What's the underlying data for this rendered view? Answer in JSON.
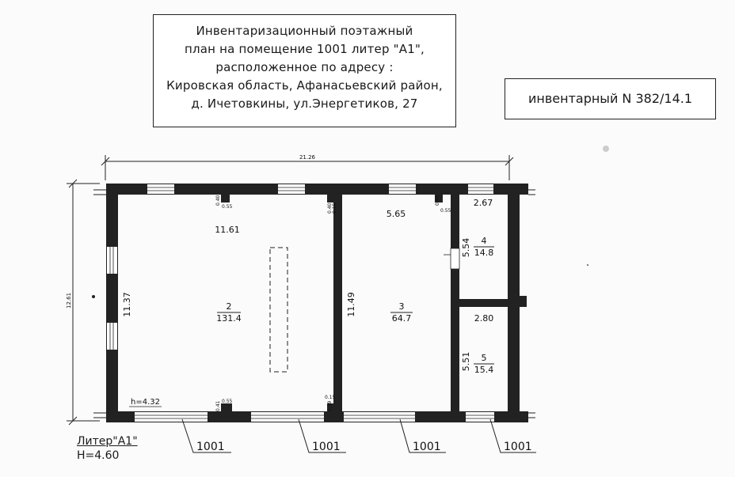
{
  "header": {
    "title_lines": [
      "Инвентаризационный поэтажный",
      "план на помещение 1001 литер \"А1\",",
      "расположенное по адресу :",
      "Кировская область, Афанасьевский район,",
      "д. Ичетовкины, ул.Энергетиков, 27"
    ]
  },
  "inventory_label": "инвентарный N 382/14.1",
  "plan": {
    "overall_width": "21.26",
    "overall_height": "12.61",
    "height_note": "h=4.32",
    "rooms": [
      {
        "number": "2",
        "area": "131.4"
      },
      {
        "number": "3",
        "area": "64.7"
      },
      {
        "number": "4",
        "area": "14.8"
      },
      {
        "number": "5",
        "area": "15.4"
      }
    ],
    "dimensions": {
      "room2_width": "11.61",
      "room2_height": "11.37",
      "room3_width": "5.65",
      "room3_height": "11.49",
      "room4_width": "2.67",
      "room4_height": "5.54",
      "room5_width": "2.80",
      "room5_height": "5.51",
      "pier_top_left_a": "0.40",
      "pier_top_left_b": "0.55",
      "pier_wall_a": "0.40",
      "pier_wall_b": "0.15",
      "pier_top_right_a": "0.40",
      "pier_top_right_b": "0.55",
      "pier_bottom_a": "0.41",
      "pier_bottom_b": "0.55",
      "pier_bottom_wall_a": "0.15",
      "pier_bottom_wall_b": "0.39"
    },
    "callouts": [
      "1001",
      "1001",
      "1001",
      "1001"
    ]
  },
  "litera": {
    "name": "Литер\"А1\"",
    "height": "Н=4.60"
  }
}
